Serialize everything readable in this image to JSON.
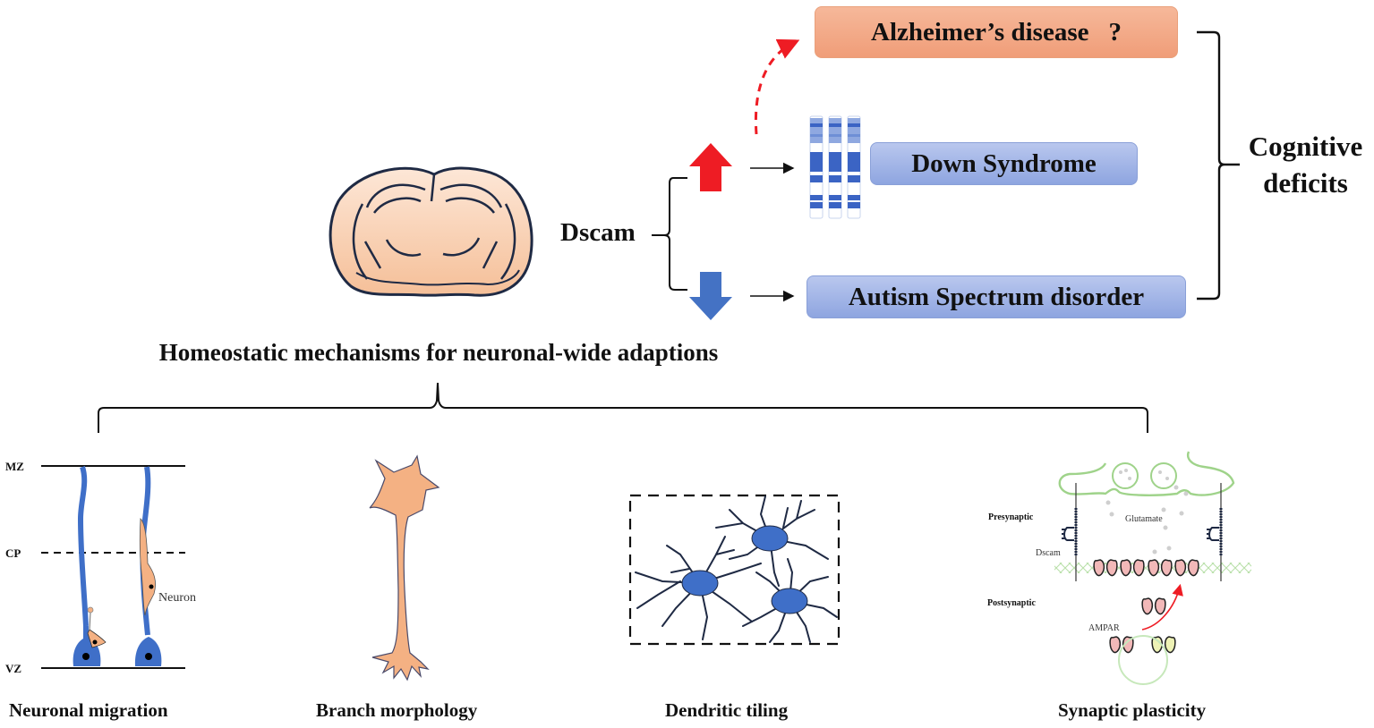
{
  "figure": {
    "gene_label": "Dscam",
    "up_regulation": {
      "direction": "up",
      "color": "#ee1c24",
      "disorders": [
        {
          "name": "Down Syndrome",
          "certainty": "established"
        },
        {
          "name": "Alzheimer’s disease",
          "suffix": "?",
          "certainty": "speculative"
        }
      ]
    },
    "down_regulation": {
      "direction": "down",
      "color": "#4472c4",
      "disorders": [
        {
          "name": "Autism Spectrum disorder",
          "certainty": "established"
        }
      ]
    },
    "outcome_label_line1": "Cognitive",
    "outcome_label_line2": "deficits",
    "mechanisms_title": "Homeostatic mechanisms for neuronal-wide adaptions",
    "colors": {
      "alzheimers_box": "#f4a885",
      "blue_box": "#9fb3e6",
      "brain_fill": "#f7c9a8",
      "radial_glia": "#3f6fc8",
      "neuron_fill": "#f4b183",
      "outline": "#1f2a44",
      "membrane": "#9fd38a",
      "ampar": "#f2b8b8"
    },
    "panels": [
      {
        "title": "Neuronal migration",
        "layers": [
          "MZ",
          "CP",
          "VZ"
        ],
        "annotation": "Neuron"
      },
      {
        "title": "Branch morphology"
      },
      {
        "title": "Dendritic tiling"
      },
      {
        "title": "Synaptic plasticity",
        "labels": {
          "presynaptic": "Presynaptic",
          "postsynaptic": "Postsynaptic",
          "glutamate": "Glutamate",
          "dscam": "Dscam",
          "ampar": "AMPAR"
        }
      }
    ]
  }
}
